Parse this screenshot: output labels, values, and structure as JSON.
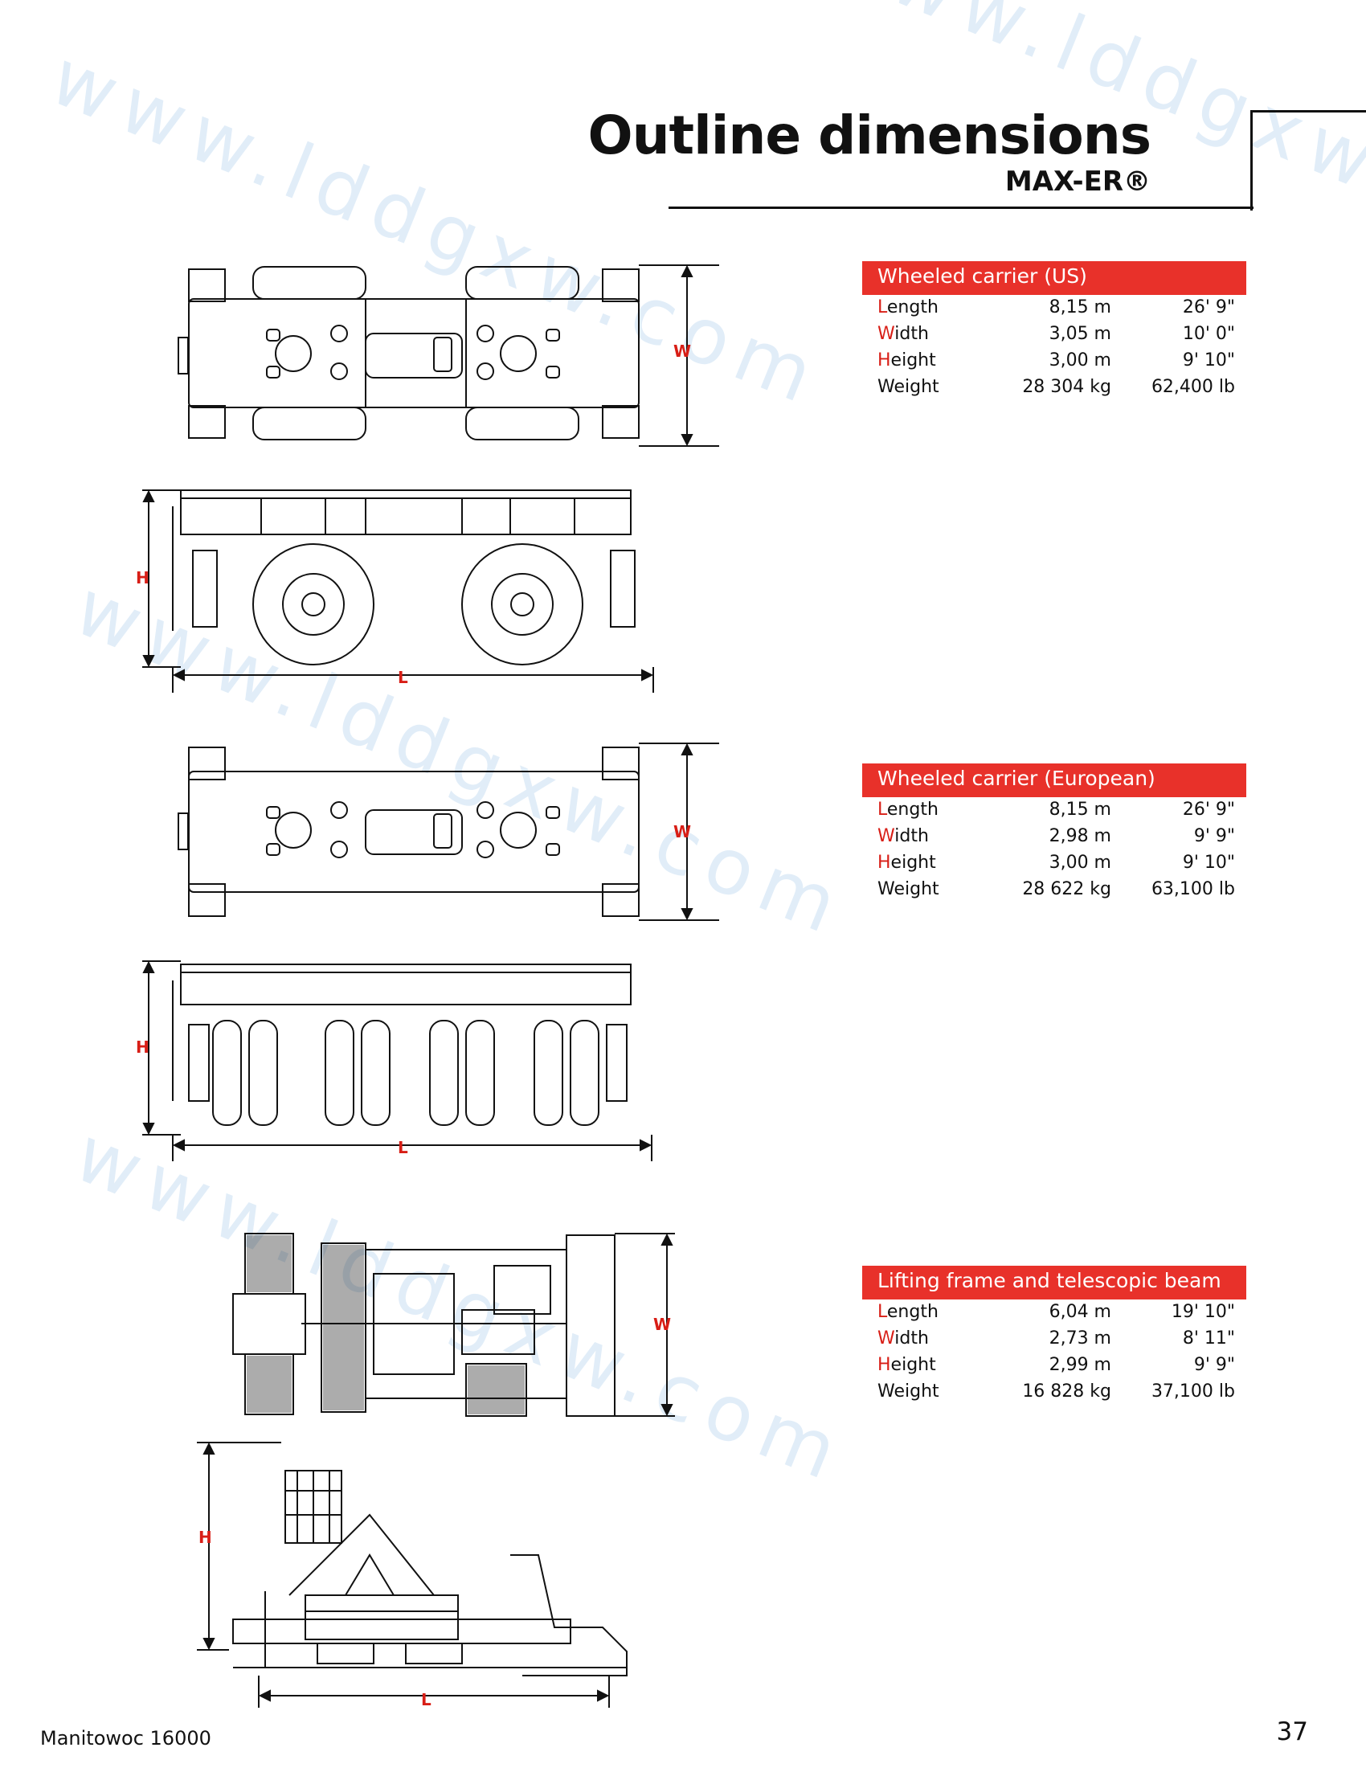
{
  "header": {
    "title": "Outline dimensions",
    "subtitle": "MAX-ER®"
  },
  "specs": [
    {
      "heading": "Wheeled carrier (US)",
      "rows": [
        {
          "first": "L",
          "rest": "ength",
          "metric": "8,15 m",
          "imperial": "26' 9\""
        },
        {
          "first": "W",
          "rest": "idth",
          "metric": "3,05 m",
          "imperial": "10' 0\""
        },
        {
          "first": "H",
          "rest": "eight",
          "metric": "3,00 m",
          "imperial": "9' 10\""
        },
        {
          "first": "",
          "rest": "Weight",
          "metric": "28 304 kg",
          "imperial": "62,400 lb"
        }
      ]
    },
    {
      "heading": "Wheeled carrier (European)",
      "rows": [
        {
          "first": "L",
          "rest": "ength",
          "metric": "8,15 m",
          "imperial": "26' 9\""
        },
        {
          "first": "W",
          "rest": "idth",
          "metric": "2,98 m",
          "imperial": "9' 9\""
        },
        {
          "first": "H",
          "rest": "eight",
          "metric": "3,00 m",
          "imperial": "9' 10\""
        },
        {
          "first": "",
          "rest": "Weight",
          "metric": "28 622 kg",
          "imperial": "63,100 lb"
        }
      ]
    },
    {
      "heading": "Lifting frame and telescopic beam",
      "rows": [
        {
          "first": "L",
          "rest": "ength",
          "metric": "6,04 m",
          "imperial": "19' 10\""
        },
        {
          "first": "W",
          "rest": "idth",
          "metric": "2,73 m",
          "imperial": "8' 11\""
        },
        {
          "first": "H",
          "rest": "eight",
          "metric": "2,99 m",
          "imperial": "9' 9\""
        },
        {
          "first": "",
          "rest": "Weight",
          "metric": "16 828 kg",
          "imperial": "37,100 lb"
        }
      ]
    }
  ],
  "dimension_labels": {
    "w": "W",
    "h": "H",
    "l": "L"
  },
  "watermark": "www.lddgxw.com",
  "footer": {
    "left": "Manitowoc 16000",
    "page": "37"
  },
  "colors": {
    "accent": "#e8312a",
    "watermark": "#c9dff3"
  }
}
